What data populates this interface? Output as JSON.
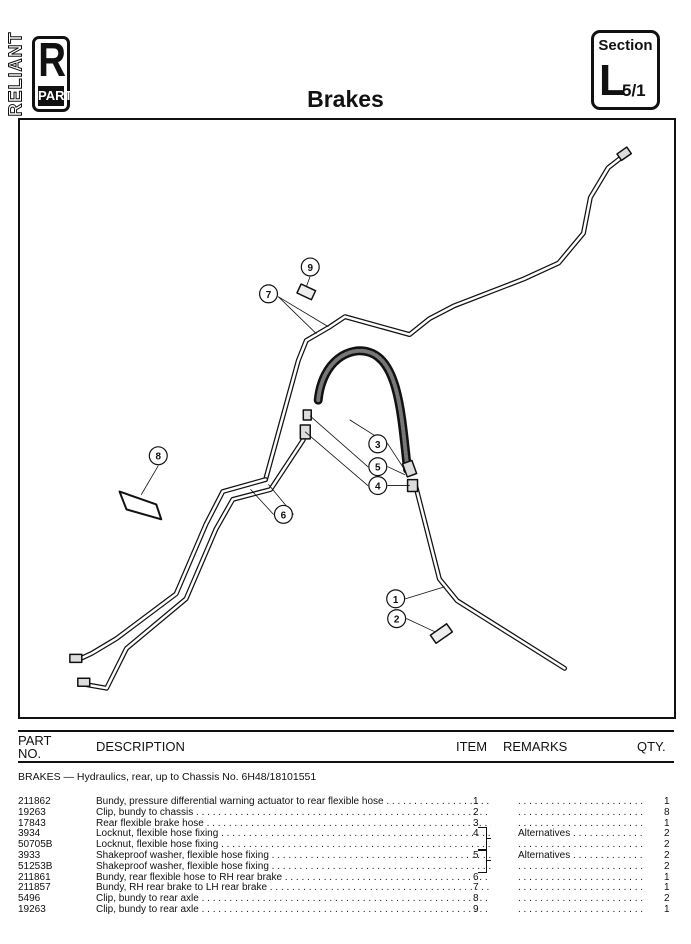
{
  "header": {
    "logo_text": "RELIANT",
    "logo_letter": "R",
    "logo_sub": "PART",
    "title": "Brakes",
    "section_label": "Section",
    "section_letter": "L",
    "section_number": "5/1"
  },
  "diagram": {
    "callouts": [
      "1",
      "2",
      "3",
      "4",
      "5",
      "6",
      "7",
      "8",
      "9"
    ]
  },
  "table": {
    "headers": {
      "part_no": "PART NO.",
      "description": "DESCRIPTION",
      "item": "ITEM",
      "remarks": "REMARKS",
      "qty": "QTY."
    },
    "group_title": "BRAKES — Hydraulics, rear, up to Chassis No. 6H48/18101551",
    "rows": [
      {
        "part": "211862",
        "desc": "Bundy, pressure differential warning actuator to rear flexible hose",
        "item": "1",
        "remarks": "",
        "qty": "1"
      },
      {
        "part": "19263",
        "desc": "Clip, bundy to chassis",
        "item": "2",
        "remarks": "",
        "qty": "8"
      },
      {
        "part": "17843",
        "desc": "Rear flexible brake hose",
        "item": "3",
        "remarks": "",
        "qty": "1"
      },
      {
        "part": "3934",
        "desc": "Locknut, flexible hose fixing",
        "item": "4",
        "remarks": "Alternatives",
        "qty": "2"
      },
      {
        "part": "50705B",
        "desc": "Locknut, flexible hose fixing",
        "item": "",
        "remarks": "",
        "qty": "2"
      },
      {
        "part": "3933",
        "desc": "Shakeproof washer, flexible hose fixing",
        "item": "5",
        "remarks": "Alternatives",
        "qty": "2"
      },
      {
        "part": "51253B",
        "desc": "Shakeproof washer, flexible hose fixing",
        "item": "",
        "remarks": "",
        "qty": "2"
      },
      {
        "part": "211861",
        "desc": "Bundy, rear flexible hose to RH rear brake",
        "item": "6",
        "remarks": "",
        "qty": "1"
      },
      {
        "part": "211857",
        "desc": "Bundy, RH rear brake to LH rear brake",
        "item": "7",
        "remarks": "",
        "qty": "1"
      },
      {
        "part": "5496",
        "desc": "Clip, bundy to rear axle",
        "item": "8",
        "remarks": "",
        "qty": "2"
      },
      {
        "part": "19263",
        "desc": "Clip, bundy to rear axle",
        "item": "9",
        "remarks": "",
        "qty": "1"
      }
    ]
  }
}
